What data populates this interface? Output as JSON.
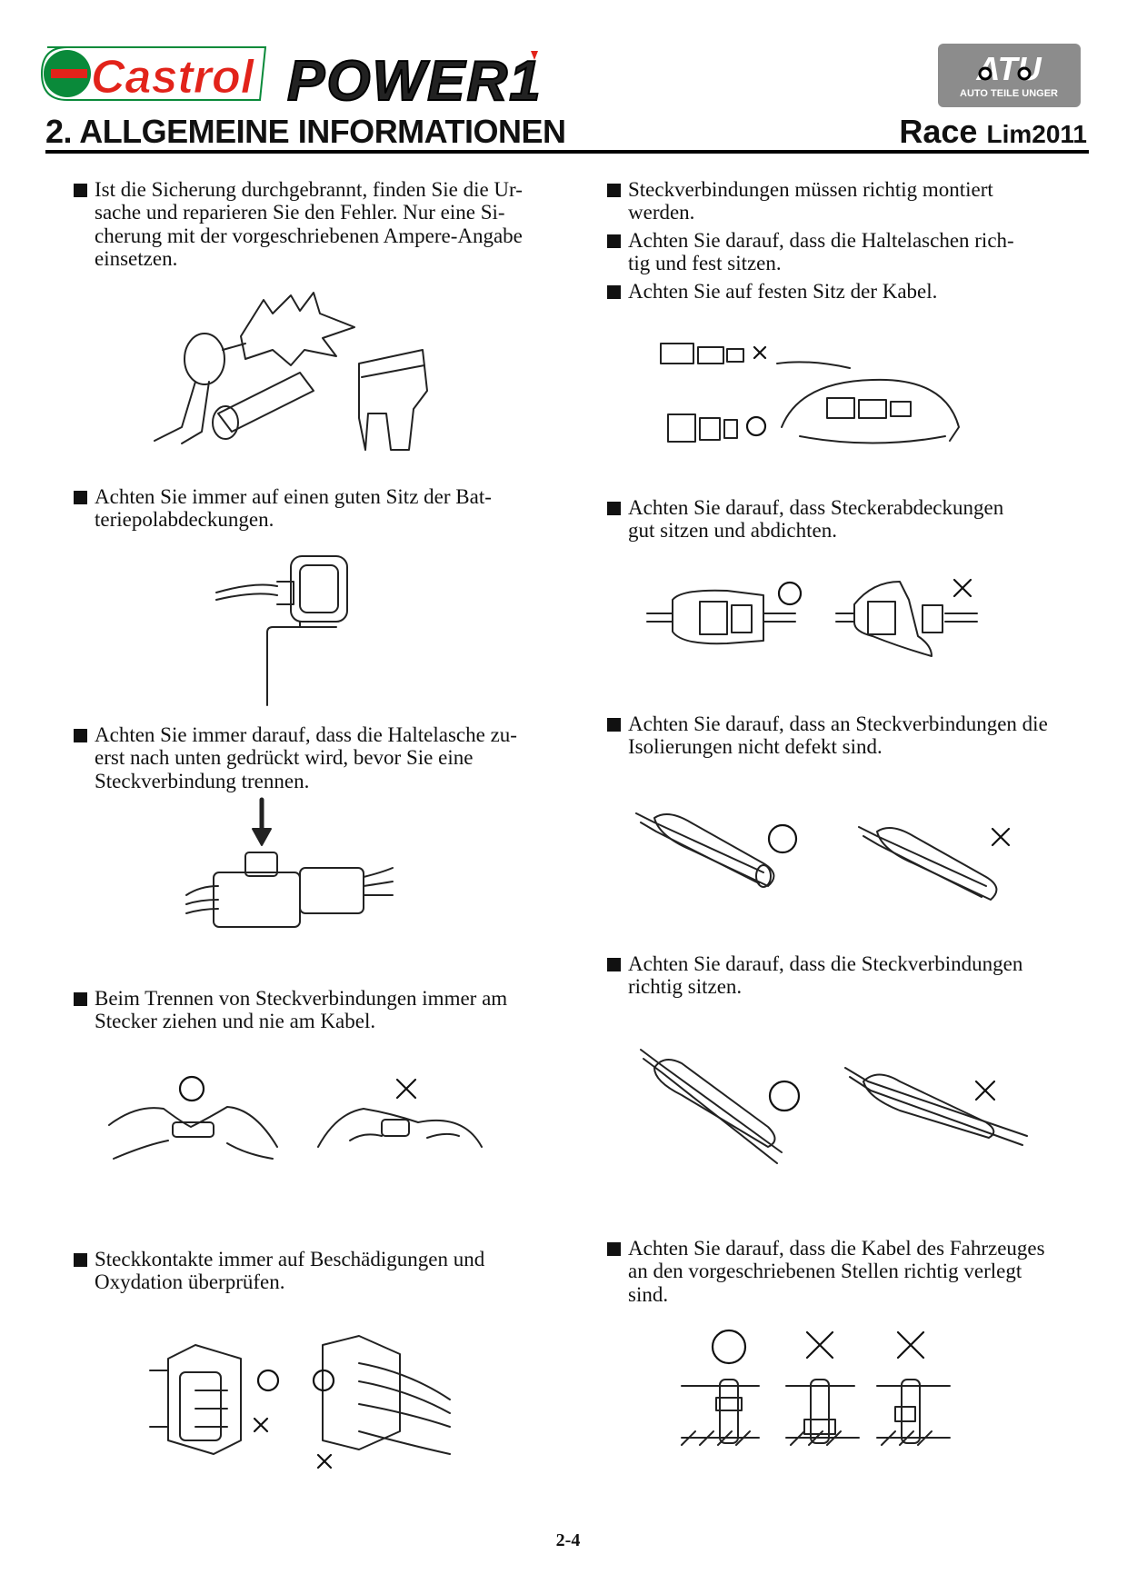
{
  "header": {
    "brand_logo_text": "Castrol",
    "product_logo_text": "POWER1",
    "partner_logo_text": "ATU",
    "partner_logo_subtext": "AUTO TEILE UNGER",
    "title": "2. ALLGEMEINE INFORMATIONEN",
    "model_main": "Race",
    "model_sub": "Lim2011"
  },
  "left_items": [
    {
      "lines": [
        "Ist die Sicherung durchgebrannt, finden Sie die Ur-",
        "sache und reparieren Sie den Fehler. Nur eine Si-",
        "cherung mit der vorgeschriebenen Ampere-Angabe",
        "einsetzen."
      ]
    },
    {
      "lines": [
        "Achten Sie immer auf einen guten Sitz der Bat-",
        "teriepolabdeckungen."
      ]
    },
    {
      "lines": [
        "Achten Sie immer darauf, dass die Haltelasche zu-",
        "erst nach unten gedrückt wird, bevor Sie eine",
        "Steckverbindung trennen."
      ]
    },
    {
      "lines": [
        "Beim Trennen von Steckverbindungen immer am",
        "Stecker ziehen und nie am Kabel."
      ]
    },
    {
      "lines": [
        "Steckkontakte immer auf Beschädigungen und",
        "Oxydation überprüfen."
      ]
    }
  ],
  "right_items": [
    {
      "lines": [
        "Steckverbindungen müssen richtig montiert",
        "werden."
      ]
    },
    {
      "lines": [
        "Achten Sie darauf, dass die Haltelaschen rich-",
        "tig und fest sitzen."
      ]
    },
    {
      "lines": [
        "Achten Sie auf festen Sitz der Kabel."
      ]
    },
    {
      "lines": [
        "Achten Sie darauf, dass Steckerabdeckungen",
        "gut sitzen und abdichten."
      ]
    },
    {
      "lines": [
        "Achten Sie darauf, dass an Steckverbindungen die",
        "Isolierungen nicht defekt sind."
      ]
    },
    {
      "lines": [
        "Achten Sie darauf, dass die Steckverbindungen",
        "richtig sitzen."
      ]
    },
    {
      "lines": [
        "Achten Sie darauf, dass die Kabel des Fahrzeuges",
        "an den vorgeschriebenen Stellen richtig verlegt",
        "sind."
      ]
    }
  ],
  "footer": {
    "page_number": "2-4"
  },
  "colors": {
    "castrol_green": "#0a8a3a",
    "castrol_red": "#e2231a",
    "atu_gray": "#8c8c8c"
  }
}
